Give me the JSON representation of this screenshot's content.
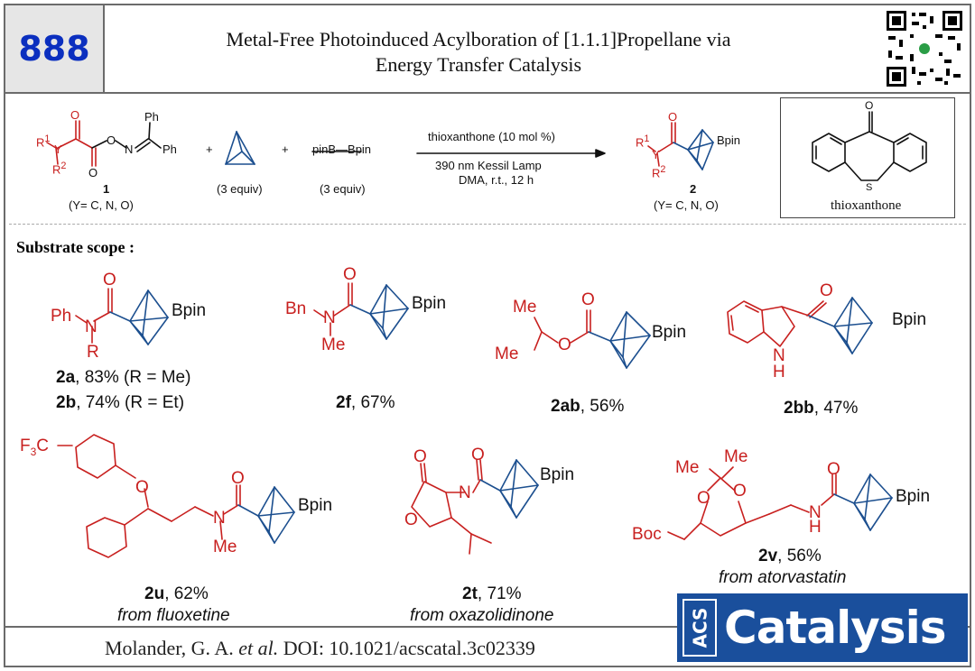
{
  "header": {
    "number": "888",
    "title_line1": "Metal-Free Photoinduced Acylboration of [1.1.1]Propellane via",
    "title_line2": "Energy Transfer Catalysis"
  },
  "scheme": {
    "reactant1_label": "1",
    "reactant1_note": "(Y= C, N, O)",
    "reactant2_equiv": "(3 equiv)",
    "reactant3_name": "pinB—Bpin",
    "reactant3_equiv": "(3 equiv)",
    "cond_line1": "thioxanthone (10 mol %)",
    "cond_line2": "390 nm Kessil Lamp",
    "cond_line3": "DMA, r.t., 12 h",
    "product_label": "2",
    "product_note": "(Y= C, N, O)",
    "catalyst_name": "thioxanthone"
  },
  "scope": {
    "heading": "Substrate scope :",
    "c2a": "2a",
    "c2a_yield": ", 83% (R = Me)",
    "c2b": "2b",
    "c2b_yield": ", 74% (R = Et)",
    "c2f": "2f",
    "c2f_yield": ", 67%",
    "c2ab": "2ab",
    "c2ab_yield": ", 56%",
    "c2bb": "2bb",
    "c2bb_yield": ", 47%",
    "c2u": "2u",
    "c2u_yield": ", 62%",
    "c2u_from": "from fluoxetine",
    "c2t": "2t",
    "c2t_yield": ", 71%",
    "c2t_from": "from oxazolidinone",
    "c2v": "2v",
    "c2v_yield": ", 56%",
    "c2v_from": "from atorvastatin"
  },
  "footer": {
    "citation_author": "Molander, G. A. ",
    "citation_etal": "et al.",
    "citation_doi": " DOI: 10.1021/acscatal.3c02339",
    "logo_acs": "ACS",
    "logo_catalysis": "Catalysis"
  },
  "colors": {
    "red": "#c8201f",
    "blue": "#1c4f8f",
    "brand": "#0b2fbf"
  }
}
